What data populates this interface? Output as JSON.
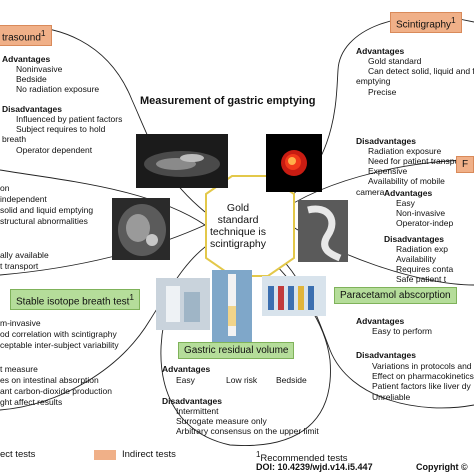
{
  "title": "Measurement of gastric emptying",
  "center_label": [
    "Gold",
    "standard",
    "technique is",
    "scintigraphy"
  ],
  "ultrasound": {
    "label": "trasound",
    "sup": "1",
    "adv_head": "Advantages",
    "adv": [
      "Noninvasive",
      "Bedside",
      "No radiation exposure"
    ],
    "dis_head": "Disadvantages",
    "dis": [
      "Influenced by patient factors",
      "Subject requires to hold",
      "breath",
      "Operator dependent"
    ]
  },
  "scintigraphy": {
    "label": "Scintigraphy",
    "sup": "1",
    "adv_head": "Advantages",
    "adv": [
      "Gold standard",
      "Can detect solid, liquid and fat",
      "emptying",
      "Precise"
    ],
    "dis_head": "Disadvantages",
    "dis": [
      "Radiation exposure",
      "Need for patient transport",
      "Expensive",
      "Availability of mobile",
      "camera"
    ]
  },
  "left_mid": {
    "lines": [
      "on",
      "independent",
      "solid and liquid emptying",
      "structural abnormalities",
      "",
      "ally available",
      "t transport"
    ]
  },
  "right_mid": {
    "label": "F",
    "adv_head": "Advantages",
    "adv": [
      "Easy",
      "Non-invasive",
      "Operator-indep"
    ],
    "dis_head": "Disadvantages",
    "dis": [
      "Radiation exp",
      "Availability",
      "Requires conta",
      "Safe patient t"
    ]
  },
  "breath_test": {
    "label": "Stable isotope breath test",
    "sup": "1",
    "lines": [
      "m-invasive",
      "od correlation with scintigraphy",
      "ceptable inter-subject variability",
      "",
      "t measure",
      "es on intestinal absorption",
      "ant carbon-dioxide production",
      "ght affect results"
    ]
  },
  "paracetamol": {
    "label": "Paracetamol abscorption",
    "adv_head": "Advantages",
    "adv": [
      "Easy to perform"
    ],
    "dis_head": "Disadvantages",
    "dis": [
      "Variations in protocols and",
      "Effect on pharmacokinetics",
      "Patient factors like liver dy",
      "Unreliable"
    ]
  },
  "residual": {
    "label": "Gastric residual volume",
    "adv_head": "Advantages",
    "adv": [
      "Easy",
      "Low risk",
      "Bedside"
    ],
    "dis_head": "Disadvantages",
    "dis": [
      "Intermittent",
      "Surrogate measure only",
      "Arbitrary consensus on the upper limit"
    ]
  },
  "legend": {
    "direct": "ect tests",
    "indirect": "Indirect tests",
    "recommended_sup": "1",
    "recommended": "Recommended tests"
  },
  "footer": {
    "doi": "DOI: 10.4239/wjd.v14.i5.447",
    "copyright": "Copyright ©"
  },
  "colors": {
    "direct_tests": "#b5dd9a",
    "indirect_tests": "#f0b088",
    "hexagon": "#e3c84a"
  }
}
